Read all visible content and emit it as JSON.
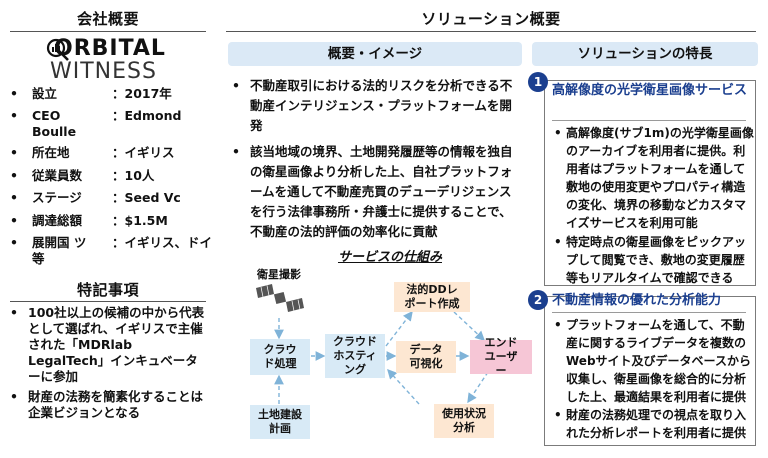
{
  "left": {
    "overview_title": "会社概要",
    "logo": {
      "line1": "ORBITAL",
      "line2": "WITNESS"
    },
    "overview": [
      {
        "label": "設立",
        "value": "：2017年"
      },
      {
        "label": "CEO Boulle",
        "value": "：Edmond"
      },
      {
        "label": "所在地",
        "value": "：イギリス"
      },
      {
        "label": "従業員数",
        "value": "：10人"
      },
      {
        "label": "ステージ",
        "value": "：Seed Vc"
      },
      {
        "label": "調達総額",
        "value": "：$1.5M"
      },
      {
        "label": "展開国 ツ等",
        "value": "：イギリス、ドイ"
      }
    ],
    "notes_title": "特記事項",
    "notes": [
      "100社以上の候補の中から代表として選ばれ、イギリスで主催された「MDRlab LegalTech」インキュベーターに参加",
      "財産の法務を簡素化することは企業ビジョンとなる"
    ]
  },
  "solution": {
    "title": "ソリューション概要",
    "overview_pill": "概要・イメージ",
    "bullets": [
      "不動産取引における法的リスクを分析できる不動産インテリジェンス・プラットフォームを開発",
      "該当地域の境界、土地開発履歴等の情報を独自の衛星画像より分析した上、自社プラットフォームを通して不動産売買のデューデリジェンスを行う法律事務所・弁護士に提供することで、不動産の法的評価の効率化に貢献"
    ],
    "diagram": {
      "title": "サービスの仕組み",
      "satellite_label": "衛星撮影",
      "cloud_processing": "クラウド処理",
      "land_plan": "土地建設計画",
      "cloud_hosting": "クラウドホスティング",
      "data_viz": "データ可視化",
      "legal_dd": "法的DDレポート作成",
      "end_user": "エンドユーザー",
      "usage_analysis": "使用状況分析"
    }
  },
  "features": {
    "pill": "ソリューションの特長",
    "items": [
      {
        "num": "1",
        "title": "高解像度の光学衛星画像サービス",
        "bullets": [
          "高解像度(サブ1m)の光学衛星画像のアーカイブを利用者に提供。利用者はプラットフォームを通して敷地の使用変更やプロパティ構造の変化、境界の移動などカスタマイズサービスを利用可能",
          "特定時点の衛星画像をピックアップして閲覧でき、敷地の変更履歴等もリアルタイムで確認できる"
        ]
      },
      {
        "num": "2",
        "title": "不動産情報の優れた分析能力",
        "bullets": [
          "プラットフォームを通して、不動産に関するライブデータを複数のWebサイト及びデータベースから収集し、衛星画像を総合的に分析した上、最適結果を利用者に提供",
          "財産の法務処理での視点を取り入れた分析レポートを利用者に提供"
        ]
      }
    ]
  },
  "colors": {
    "accent": "#1b3f8f",
    "pill": "#dbe9f6",
    "peach": "#fde7d2",
    "pink": "#f6c6d6",
    "node_blue": "#d8eaf6"
  }
}
